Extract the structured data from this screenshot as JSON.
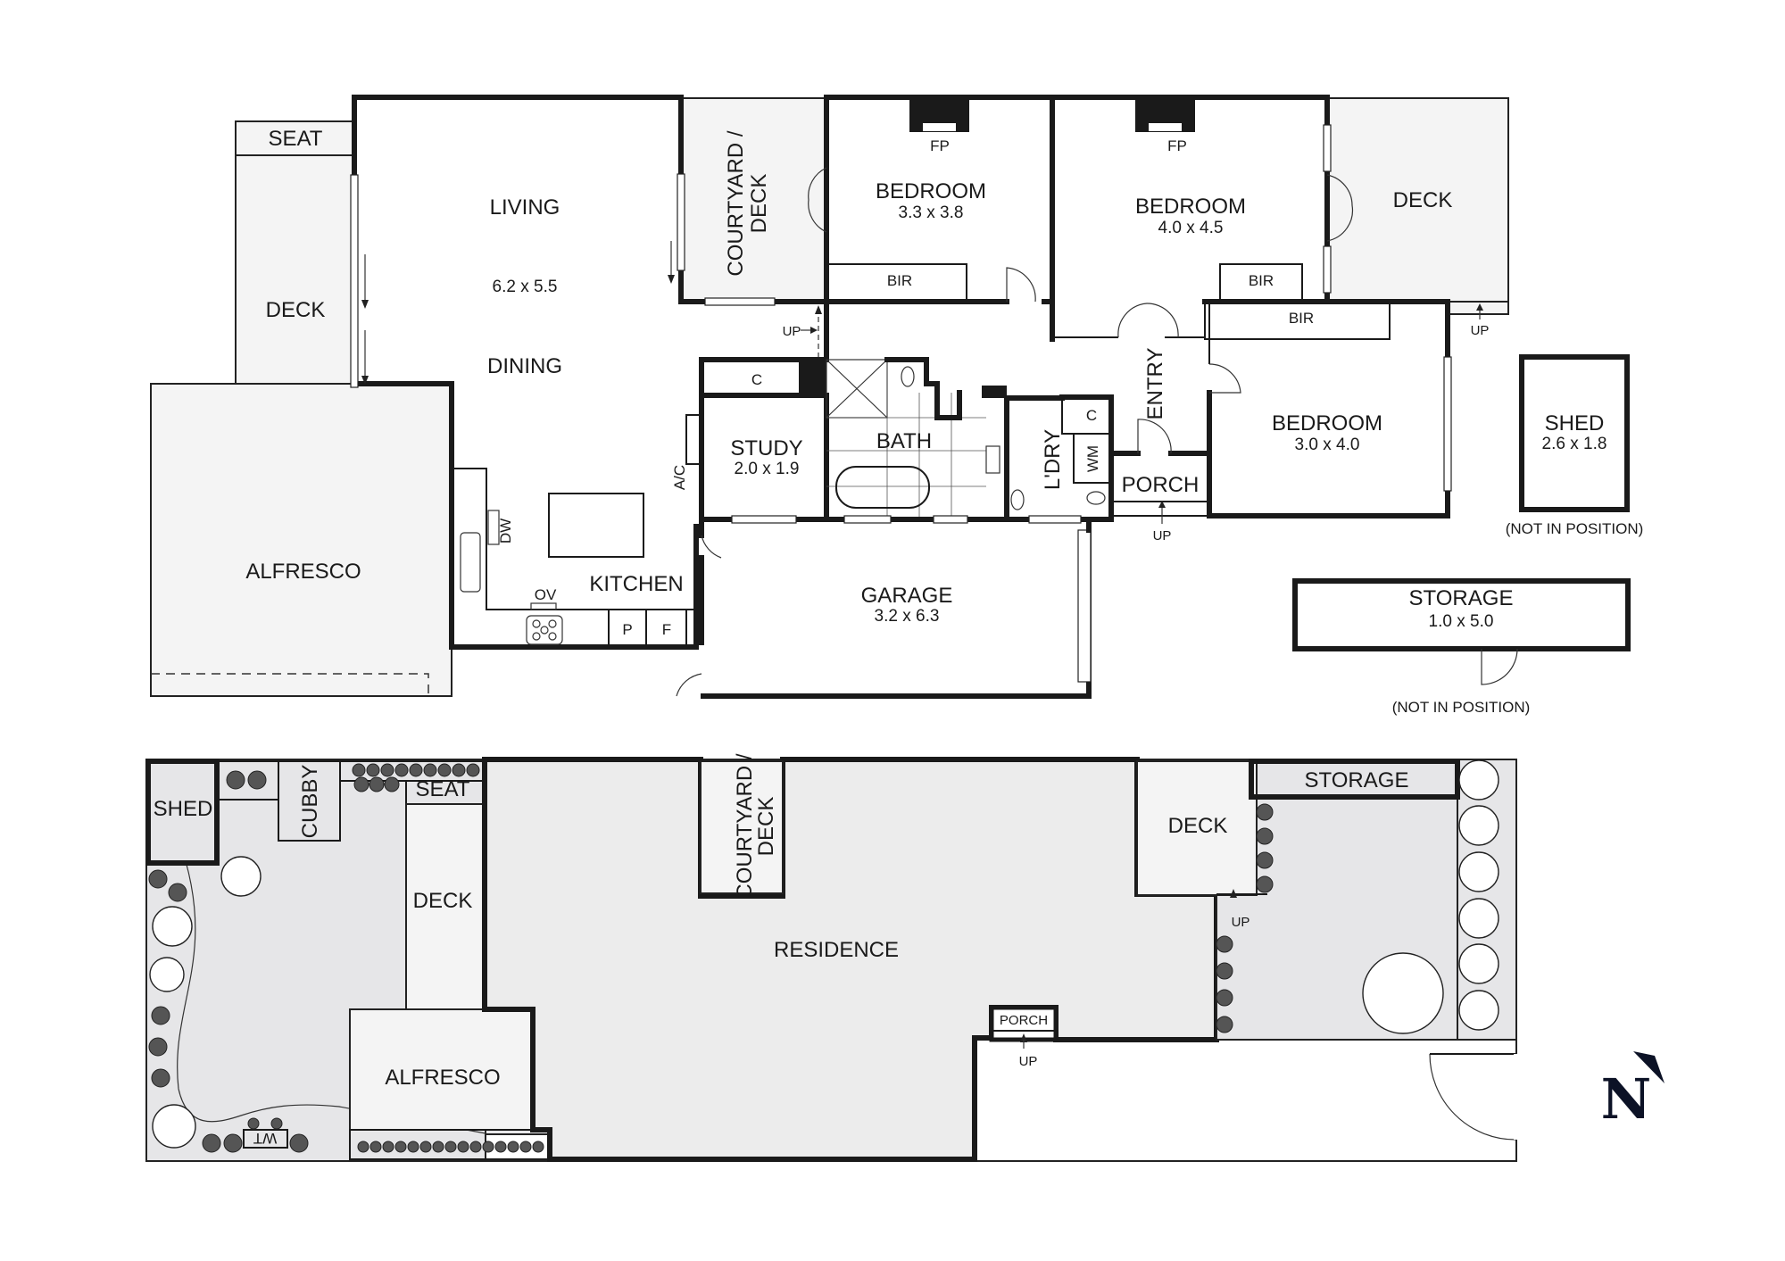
{
  "floor_plan": {
    "rooms": {
      "seat": {
        "label": "SEAT"
      },
      "deck_west": {
        "label": "DECK"
      },
      "alfresco": {
        "label": "ALFRESCO"
      },
      "living": {
        "label": "LIVING",
        "dims": "6.2 x 5.5"
      },
      "dining": {
        "label": "DINING"
      },
      "kitchen": {
        "label": "KITCHEN"
      },
      "courtyard": {
        "label_line1": "COURTYARD /",
        "label_line2": "DECK"
      },
      "bedroom1": {
        "label": "BEDROOM",
        "dims": "3.3 x 3.8"
      },
      "bedroom2": {
        "label": "BEDROOM",
        "dims": "4.0 x 4.5"
      },
      "bedroom3": {
        "label": "BEDROOM",
        "dims": "3.0 x 4.0"
      },
      "deck_east": {
        "label": "DECK"
      },
      "study": {
        "label": "STUDY",
        "dims": "2.0 x 1.9"
      },
      "bath": {
        "label": "BATH"
      },
      "laundry": {
        "label": "L'DRY"
      },
      "entry": {
        "label": "ENTRY"
      },
      "porch": {
        "label": "PORCH"
      },
      "garage": {
        "label": "GARAGE",
        "dims": "3.2 x 6.3"
      },
      "shed": {
        "label": "SHED",
        "dims": "2.6 x 1.8",
        "note": "(NOT IN POSITION)"
      },
      "storage": {
        "label": "STORAGE",
        "dims": "1.0 x 5.0",
        "note": "(NOT IN POSITION)"
      }
    },
    "fixtures": {
      "fp1": "FP",
      "fp2": "FP",
      "bir1": "BIR",
      "bir2": "BIR",
      "bir3": "BIR",
      "cupboard_study": "C",
      "cupboard_laundry": "C",
      "wm": "WM",
      "ac": "A/C",
      "dw": "DW",
      "ov": "OV",
      "pantry": "P",
      "fridge": "F"
    },
    "steps": {
      "up1": "UP",
      "up2": "UP",
      "up3": "UP"
    }
  },
  "site_plan": {
    "shed": "SHED",
    "cubby": "CUBBY",
    "seat": "SEAT",
    "deck_west": "DECK",
    "alfresco": "ALFRESCO",
    "courtyard_line1": "COURTYARD /",
    "courtyard_line2": "DECK",
    "residence": "RESIDENCE",
    "porch": "PORCH",
    "porch_up": "UP",
    "deck_east": "DECK",
    "deck_up": "UP",
    "storage": "STORAGE",
    "water_tank": "WT"
  },
  "compass": {
    "label": "N"
  },
  "colors": {
    "wall": "#1a1a1a",
    "outdoor": "#f4f4f4",
    "site_land": "#e6e6e8",
    "residence": "#ececec",
    "north": "#0c1226"
  }
}
